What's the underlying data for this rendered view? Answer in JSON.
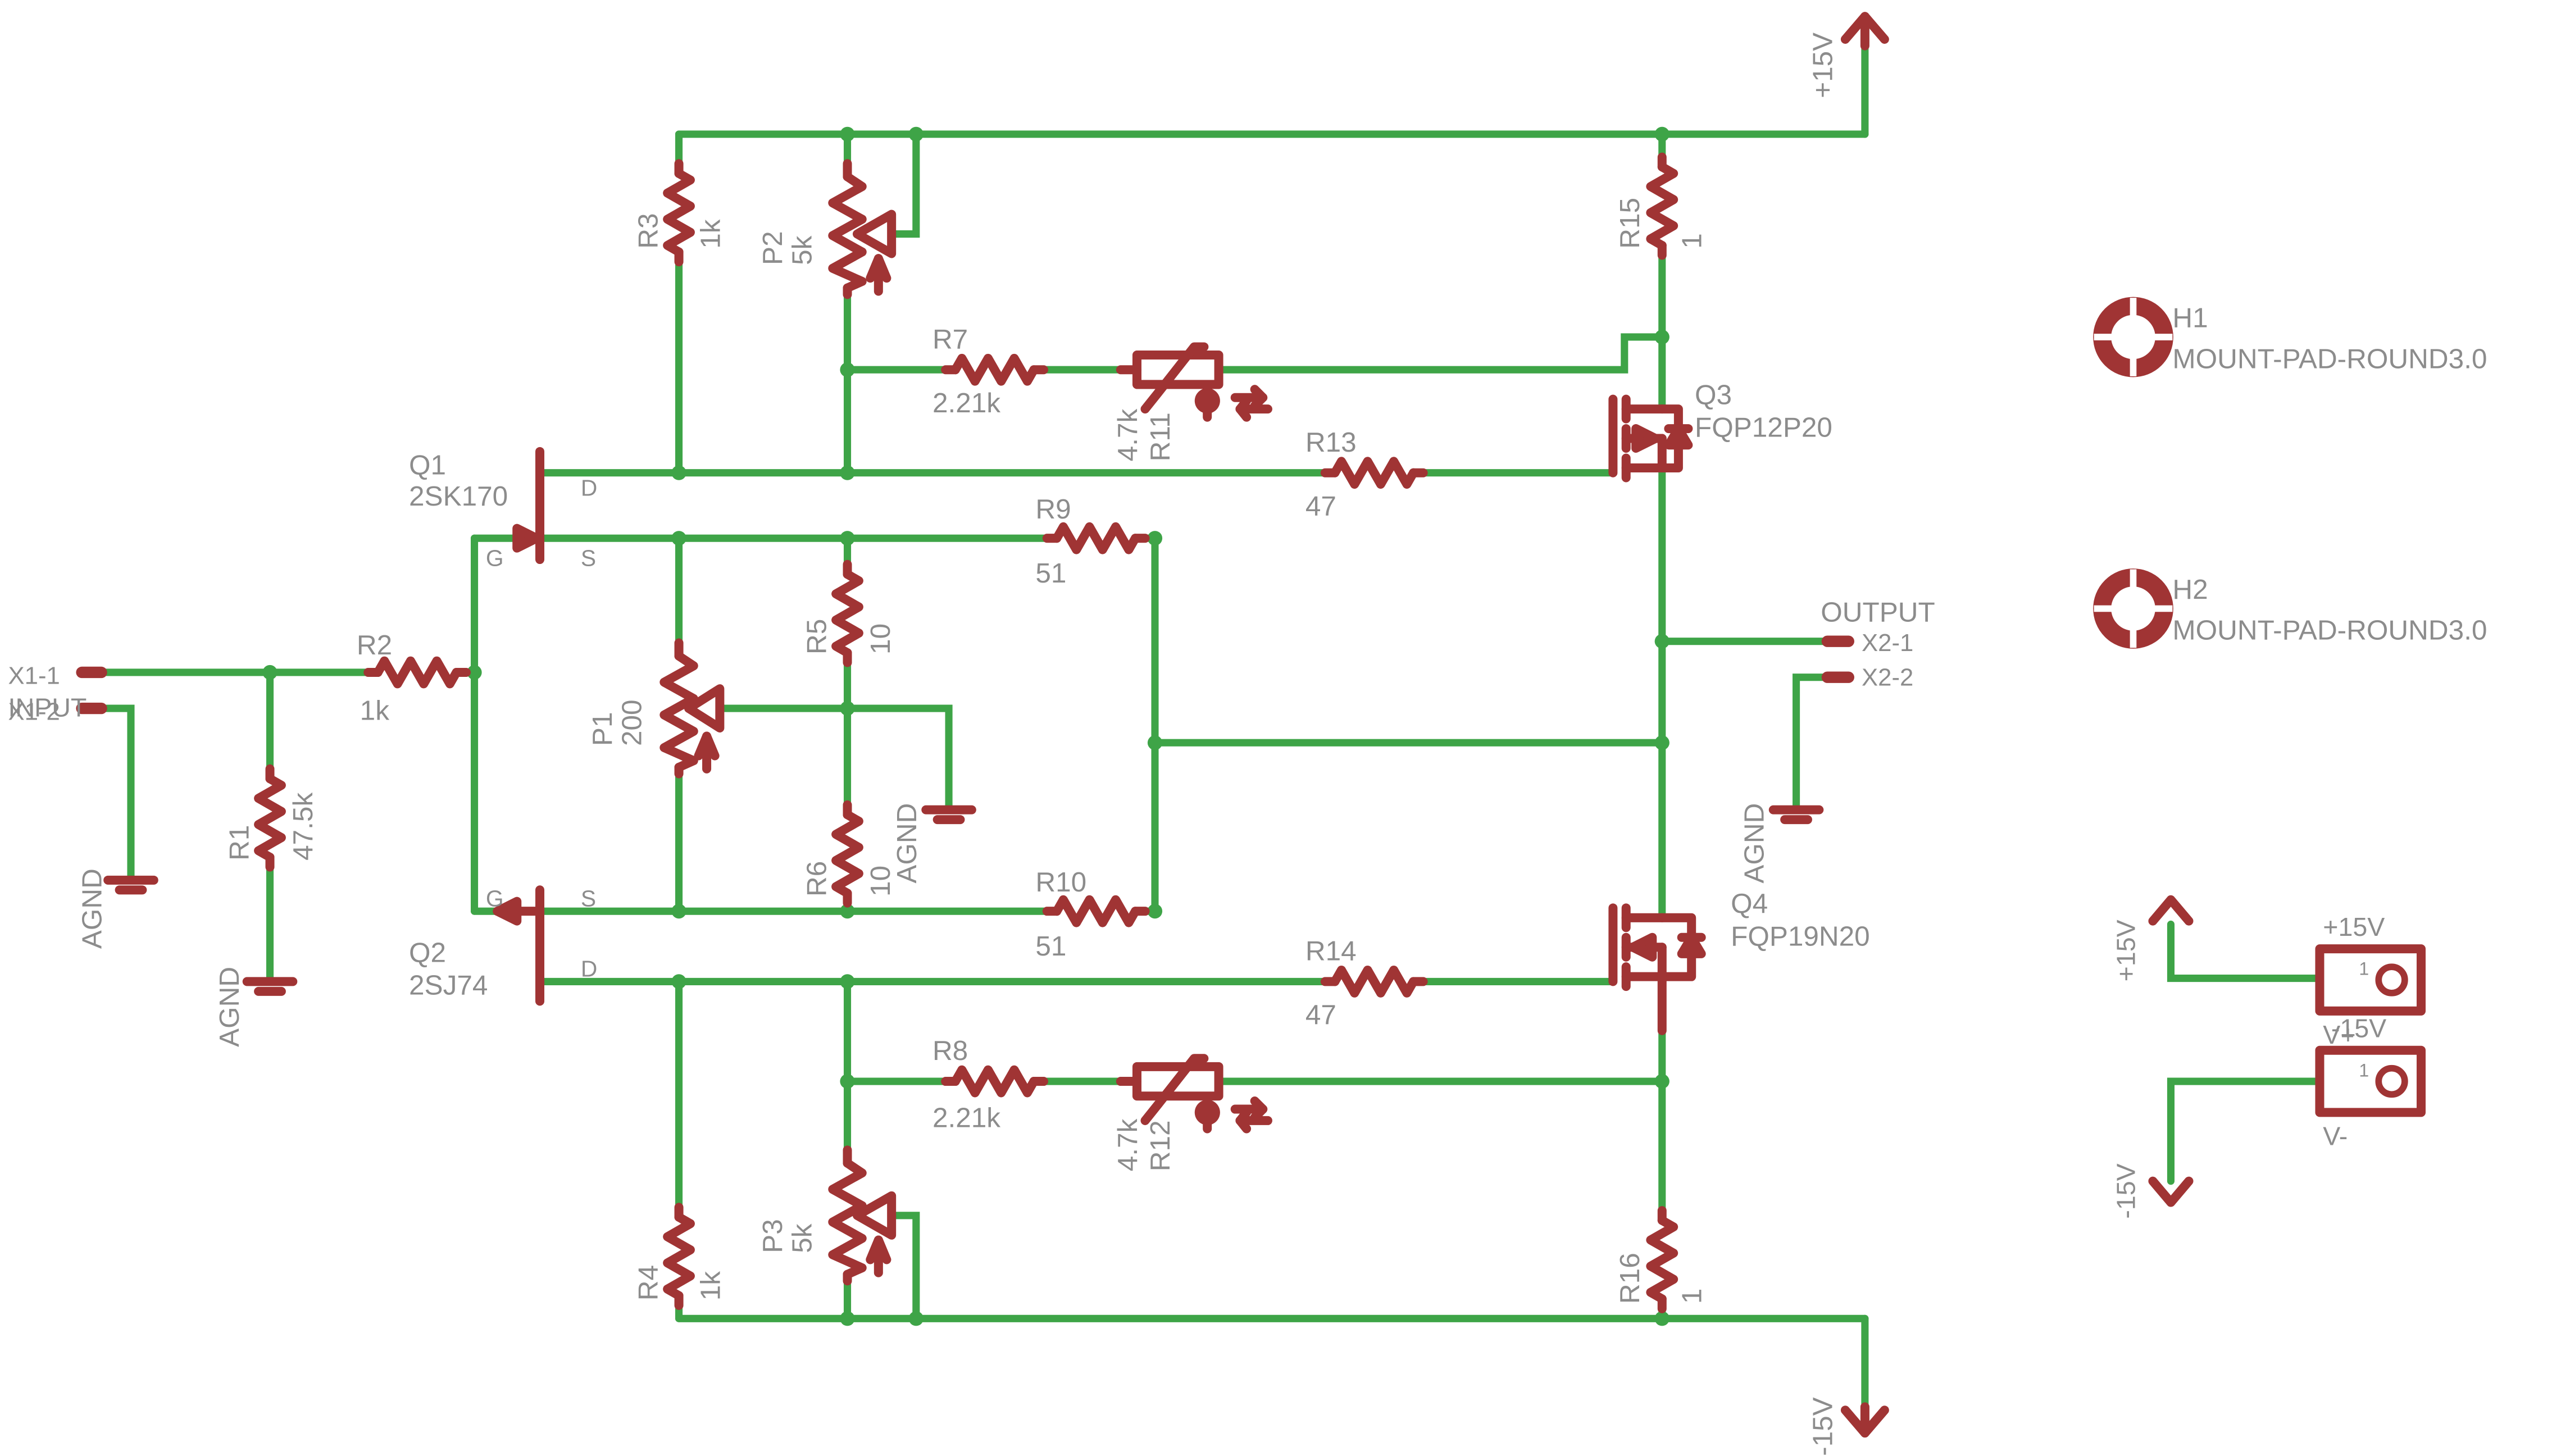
{
  "colors": {
    "wire": "#3ea447",
    "component": "#a03434",
    "text": "#8c8c8c",
    "background": "#ffffff"
  },
  "rails": {
    "vplus": "+15V",
    "vminus": "-15V",
    "agnd": "AGND"
  },
  "input": {
    "pin1": "X1-1",
    "pin2": "X1-2",
    "label": "INPUT"
  },
  "output": {
    "label": "OUTPUT",
    "pin1": "X2-1",
    "pin2": "X2-2"
  },
  "transistors": {
    "q1": {
      "ref": "Q1",
      "part": "2SK170",
      "d": "D",
      "g": "G",
      "s": "S"
    },
    "q2": {
      "ref": "Q2",
      "part": "2SJ74",
      "d": "D",
      "g": "G",
      "s": "S"
    },
    "q3": {
      "ref": "Q3",
      "part": "FQP12P20"
    },
    "q4": {
      "ref": "Q4",
      "part": "FQP19N20"
    }
  },
  "resistors": {
    "r1": {
      "ref": "R1",
      "value": "47.5k"
    },
    "r2": {
      "ref": "R2",
      "value": "1k"
    },
    "r3": {
      "ref": "R3",
      "value": "1k"
    },
    "r4": {
      "ref": "R4",
      "value": "1k"
    },
    "r5": {
      "ref": "R5",
      "value": "10"
    },
    "r6": {
      "ref": "R6",
      "value": "10"
    },
    "r7": {
      "ref": "R7",
      "value": "2.21k"
    },
    "r8": {
      "ref": "R8",
      "value": "2.21k"
    },
    "r9": {
      "ref": "R9",
      "value": "51"
    },
    "r10": {
      "ref": "R10",
      "value": "51"
    },
    "r11": {
      "ref": "R11",
      "value": "4.7k"
    },
    "r12": {
      "ref": "R12",
      "value": "4.7k"
    },
    "r13": {
      "ref": "R13",
      "value": "47"
    },
    "r14": {
      "ref": "R14",
      "value": "47"
    },
    "r15": {
      "ref": "R15",
      "value": "1"
    },
    "r16": {
      "ref": "R16",
      "value": "1"
    }
  },
  "pots": {
    "p1": {
      "ref": "P1",
      "value": "200"
    },
    "p2": {
      "ref": "P2",
      "value": "5k"
    },
    "p3": {
      "ref": "P3",
      "value": "5k"
    }
  },
  "mounts": {
    "h1": {
      "ref": "H1",
      "part": "MOUNT-PAD-ROUND3.0"
    },
    "h2": {
      "ref": "H2",
      "part": "MOUNT-PAD-ROUND3.0"
    }
  },
  "power_connector": {
    "top_label": "+15V",
    "top_pin": "1",
    "bottom_label": "-15V",
    "bottom_name": "V-",
    "bottom_pin": "1",
    "overlap_label": "V+"
  }
}
